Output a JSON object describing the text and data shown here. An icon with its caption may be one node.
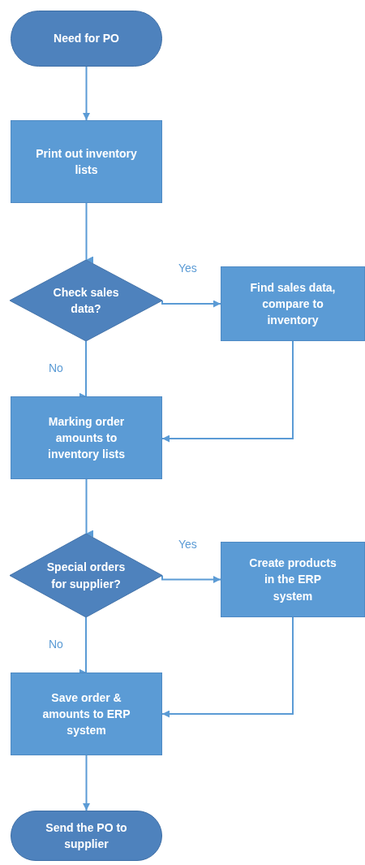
{
  "diagram": {
    "nodes": [
      {
        "text": [
          "Need for PO"
        ]
      },
      {
        "text": [
          "Print out inventory lists"
        ]
      },
      {
        "text": [
          "Check sales data?"
        ]
      },
      {
        "text": [
          "Find sales data, compare to inventory"
        ]
      },
      {
        "text": [
          "Marking order amounts to inventory lists"
        ]
      },
      {
        "text": [
          "Special orders for supplier?"
        ]
      },
      {
        "text": [
          "Create products in the ERP system"
        ]
      },
      {
        "text": [
          "Save order & amounts to ERP system"
        ]
      },
      {
        "text": [
          "Send the PO to supplier"
        ]
      }
    ],
    "edges": [
      {
        "from": 0,
        "to": 1,
        "arrow": "to"
      },
      {
        "from": 1,
        "to": 2,
        "arrow": "to"
      },
      {
        "from": 2,
        "to": 3,
        "arrow": "to",
        "label": "Yes"
      },
      {
        "from": 2,
        "to": 4,
        "arrow": "to",
        "label": "No"
      },
      {
        "from": 3,
        "to": 4,
        "arrow": "to"
      },
      {
        "from": 4,
        "to": 5,
        "arrow": "to"
      },
      {
        "from": 5,
        "to": 6,
        "arrow": "to",
        "label": "Yes"
      },
      {
        "from": 5,
        "to": 7,
        "arrow": "to",
        "label": "No"
      },
      {
        "from": 6,
        "to": 7,
        "arrow": "to"
      },
      {
        "from": 7,
        "to": 8,
        "arrow": "to"
      }
    ]
  }
}
